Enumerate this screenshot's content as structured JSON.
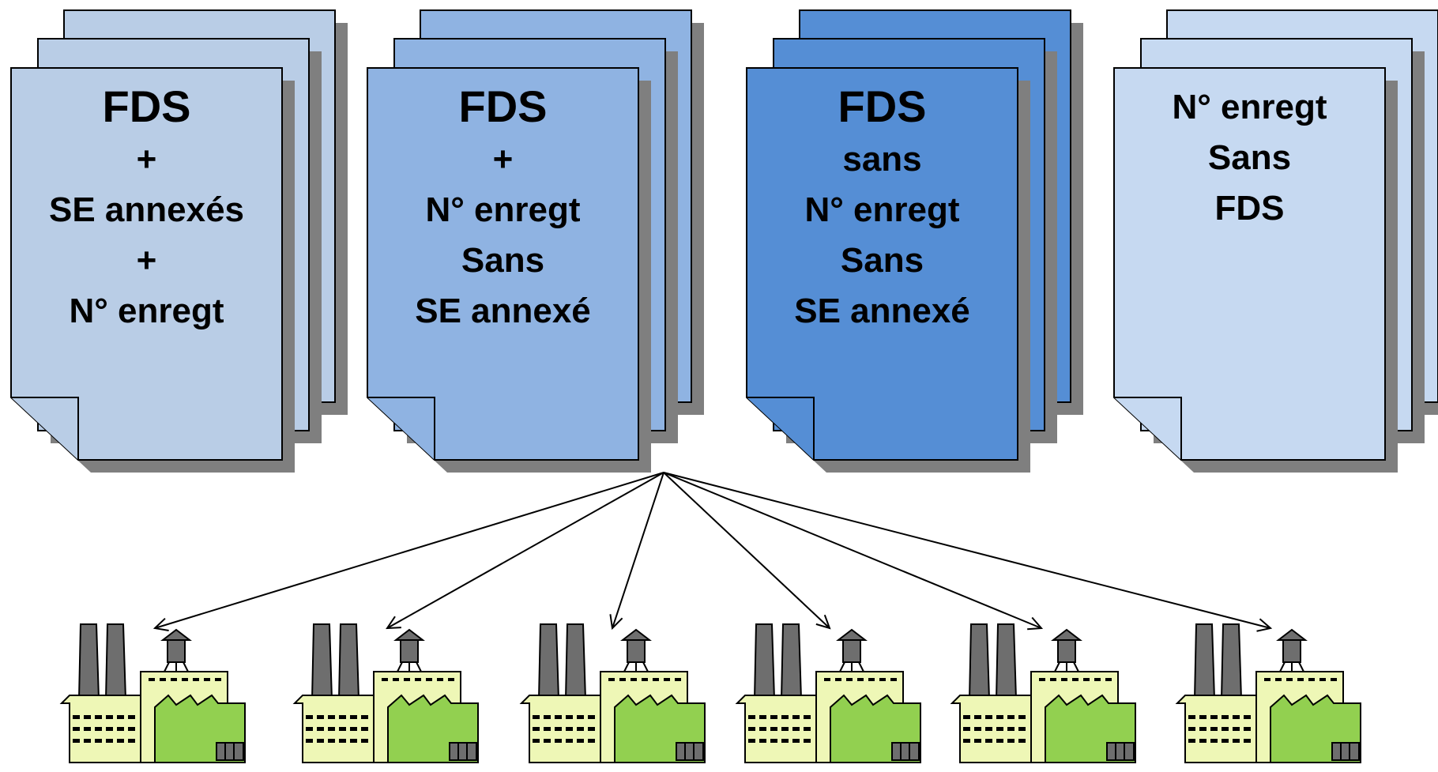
{
  "colors": {
    "doc_fill_1": "#b9cde6",
    "doc_fill_2": "#8fb3e2",
    "doc_fill_3": "#558ed5",
    "doc_fill_4": "#c6d9f1",
    "shadow": "#7f7f7f",
    "factory_light": "#eef7b6",
    "factory_green": "#92d050",
    "factory_gray": "#6e6e6e"
  },
  "documents": [
    {
      "lines": [
        "FDS",
        "+",
        "SE annexés",
        "+",
        "N° enregt"
      ]
    },
    {
      "lines": [
        "FDS",
        "+",
        "N° enregt",
        "Sans",
        "SE annexé"
      ]
    },
    {
      "lines": [
        "FDS",
        "sans",
        "N° enregt",
        "Sans",
        "SE annexé"
      ]
    },
    {
      "lines": [
        "N° enregt",
        "Sans",
        "FDS"
      ]
    }
  ],
  "factories": [
    {
      "icon": "factory-icon"
    },
    {
      "icon": "factory-icon"
    },
    {
      "icon": "factory-icon"
    },
    {
      "icon": "factory-icon"
    },
    {
      "icon": "factory-icon"
    },
    {
      "icon": "factory-icon"
    }
  ]
}
